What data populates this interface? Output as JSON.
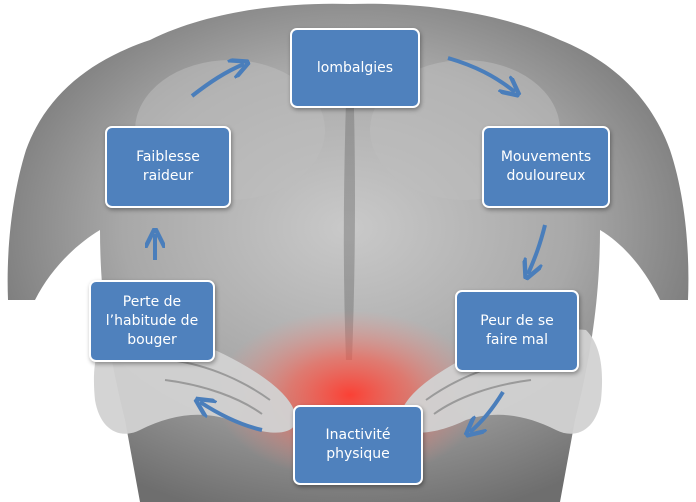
{
  "diagram": {
    "type": "cycle",
    "nodes": [
      {
        "id": "lombalgies",
        "lines": [
          "lombalgies"
        ]
      },
      {
        "id": "mouvements",
        "lines": [
          "Mouvements",
          "douloureux"
        ]
      },
      {
        "id": "peur",
        "lines": [
          "Peur de se",
          "faire mal"
        ]
      },
      {
        "id": "inactivite",
        "lines": [
          "Inactivité",
          "physique"
        ]
      },
      {
        "id": "perte",
        "lines": [
          "Perte de",
          "l’habitude de",
          "bouger"
        ]
      },
      {
        "id": "faiblesse",
        "lines": [
          "Faiblesse",
          "raideur"
        ]
      }
    ],
    "edges": [
      [
        "lombalgies",
        "mouvements"
      ],
      [
        "mouvements",
        "peur"
      ],
      [
        "peur",
        "inactivite"
      ],
      [
        "inactivite",
        "perte"
      ],
      [
        "perte",
        "faiblesse"
      ],
      [
        "faiblesse",
        "lombalgies"
      ]
    ],
    "colors": {
      "node_fill": "#4f81bd",
      "node_border": "#ffffff",
      "node_text": "#ffffff",
      "arrow": "#4a7ebb",
      "pain_glow": "#ff3b2f"
    }
  },
  "background": {
    "description_icon": "back-pain-photo",
    "tone": "grayscale"
  }
}
